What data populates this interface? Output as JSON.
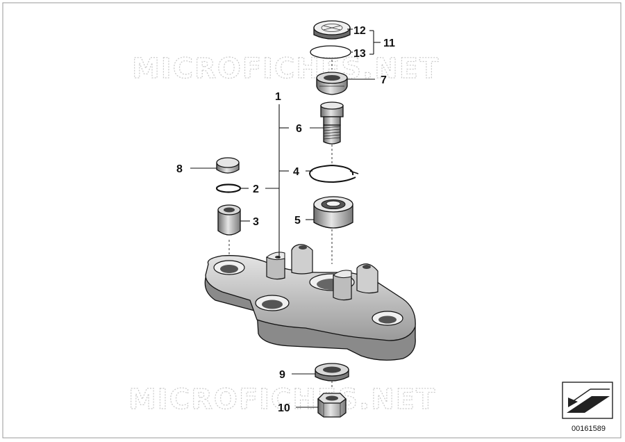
{
  "watermark": "MICROFICHES.NET",
  "drawing_number": "00161589",
  "callouts": {
    "c1": "1",
    "c2": "2",
    "c3": "3",
    "c4": "4",
    "c5": "5",
    "c6": "6",
    "c7": "7",
    "c8": "8",
    "c9": "9",
    "c10": "10",
    "c11": "11",
    "c12": "12",
    "c13": "13"
  }
}
